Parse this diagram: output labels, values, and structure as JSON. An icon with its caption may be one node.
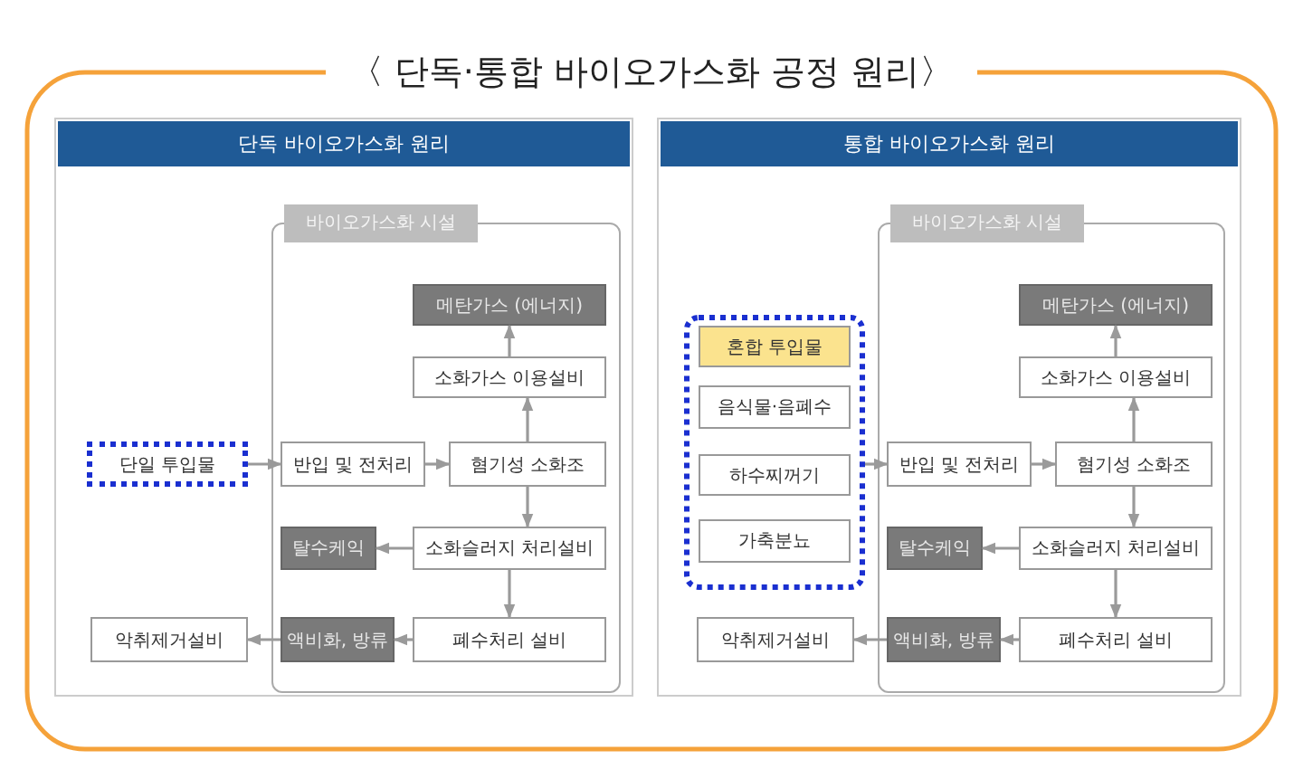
{
  "diagram": {
    "title": "〈 단독·통합 바이오가스화 공정 원리〉",
    "nodes": [
      {
        "text": [
          "단독 바이오가스화 원리"
        ]
      },
      {
        "text": [
          "바이오가스화 시설"
        ],
        "in": 0
      },
      {
        "text": [
          "메탄가스 (에너지)"
        ],
        "in": 1
      },
      {
        "text": [
          "소화가스 이용설비"
        ],
        "in": 1
      },
      {
        "text": [
          "단일 투입물"
        ],
        "in": 0
      },
      {
        "text": [
          "반입 및 전처리"
        ],
        "in": 1
      },
      {
        "text": [
          "혐기성 소화조"
        ],
        "in": 1
      },
      {
        "text": [
          "탈수케익"
        ],
        "in": 1
      },
      {
        "text": [
          "소화슬러지 처리설비"
        ],
        "in": 1
      },
      {
        "text": [
          "악취제거설비"
        ],
        "in": 0
      },
      {
        "text": [
          "액비화, 방류"
        ],
        "in": 1
      },
      {
        "text": [
          "폐수처리 설비"
        ],
        "in": 1
      },
      {
        "text": [
          "통합 바이오가스화 원리"
        ]
      },
      {
        "text": [
          "바이오가스화 시설"
        ],
        "in": 12
      },
      {
        "text": [
          "메탄가스 (에너지)"
        ],
        "in": 13
      },
      {
        "text": [
          "소화가스 이용설비"
        ],
        "in": 13
      },
      {
        "text": [],
        "shape": "box",
        "in": 12
      },
      {
        "text": [
          "혼합 투입물"
        ],
        "in": 16
      },
      {
        "text": [
          "음식물·음폐수"
        ],
        "in": 16
      },
      {
        "text": [
          "하수찌꺼기"
        ],
        "in": 16
      },
      {
        "text": [
          "가축분뇨"
        ],
        "in": 16
      },
      {
        "text": [
          "반입 및 전처리"
        ],
        "in": 13
      },
      {
        "text": [
          "혐기성 소화조"
        ],
        "in": 13
      },
      {
        "text": [
          "탈수케익"
        ],
        "in": 13
      },
      {
        "text": [
          "소화슬러지 처리설비"
        ],
        "in": 13
      },
      {
        "text": [
          "악취제거설비"
        ],
        "in": 12
      },
      {
        "text": [
          "액비화, 방류"
        ],
        "in": 13
      },
      {
        "text": [
          "폐수처리 설비"
        ],
        "in": 13
      }
    ],
    "edges": [
      {
        "from": 4,
        "to": 5,
        "arrow": "to"
      },
      {
        "from": 5,
        "to": 6,
        "arrow": "to"
      },
      {
        "from": 6,
        "to": 3,
        "arrow": "to"
      },
      {
        "from": 3,
        "to": 2,
        "arrow": "to"
      },
      {
        "from": 6,
        "to": 8,
        "arrow": "to"
      },
      {
        "from": 8,
        "to": 7,
        "arrow": "to"
      },
      {
        "from": 8,
        "to": 11,
        "arrow": "to"
      },
      {
        "from": 11,
        "to": 10,
        "arrow": "to"
      },
      {
        "from": 10,
        "to": 9,
        "arrow": "to"
      },
      {
        "from": 16,
        "to": 21,
        "arrow": "to"
      },
      {
        "from": 21,
        "to": 22,
        "arrow": "to"
      },
      {
        "from": 22,
        "to": 15,
        "arrow": "to"
      },
      {
        "from": 15,
        "to": 14,
        "arrow": "to"
      },
      {
        "from": 22,
        "to": 24,
        "arrow": "to"
      },
      {
        "from": 24,
        "to": 23,
        "arrow": "to"
      },
      {
        "from": 24,
        "to": 27,
        "arrow": "to"
      },
      {
        "from": 27,
        "to": 26,
        "arrow": "to"
      },
      {
        "from": 26,
        "to": 25,
        "arrow": "to"
      }
    ]
  }
}
